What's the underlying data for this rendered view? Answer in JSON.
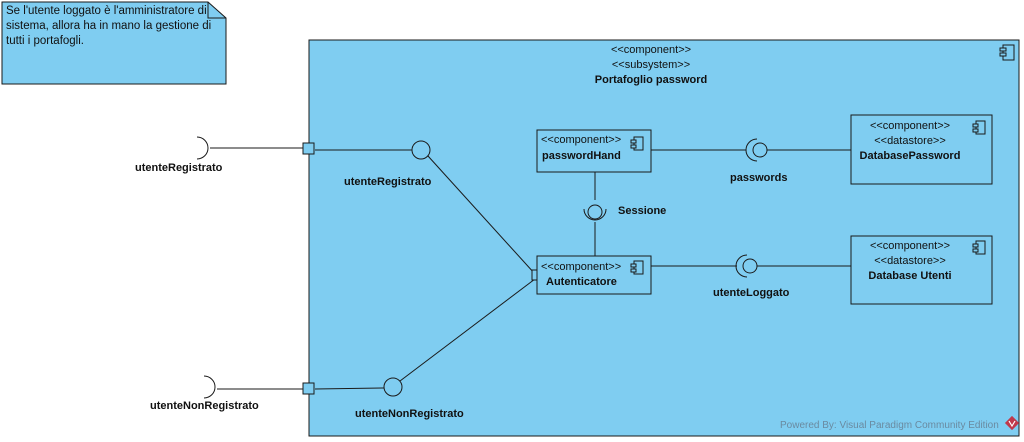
{
  "note": {
    "text": "Se l'utente loggato è l'amministratore di sistema, allora ha in mano la gestione di tutti i portafogli."
  },
  "subsystem": {
    "stereotype_component": "<<component>>",
    "stereotype_subsystem": "<<subsystem>>",
    "name": "Portafoglio password"
  },
  "components": {
    "passwordHand": {
      "stereotype": "<<component>>",
      "name": "passwordHand"
    },
    "autenticatore": {
      "stereotype": "<<component>>",
      "name": "Autenticatore"
    },
    "dbPassword": {
      "stereotype1": "<<component>>",
      "stereotype2": "<<datastore>>",
      "name": "DatabasePassword"
    },
    "dbUtenti": {
      "stereotype1": "<<component>>",
      "stereotype2": "<<datastore>>",
      "name": "Database Utenti"
    }
  },
  "interfaces": {
    "outer_registrato": "utenteRegistrato",
    "inner_registrato": "utenteRegistrato",
    "outer_nonregistrato": "utenteNonRegistrato",
    "inner_nonregistrato": "utenteNonRegistrato",
    "sessione": "Sessione",
    "passwords": "passwords",
    "loggato": "utenteLoggato"
  },
  "watermark": "Powered By: Visual Paradigm Community Edition",
  "colors": {
    "fill": "#7fcdf1",
    "stroke": "#1a1a1a",
    "watermark_icon": "#c0394b"
  }
}
